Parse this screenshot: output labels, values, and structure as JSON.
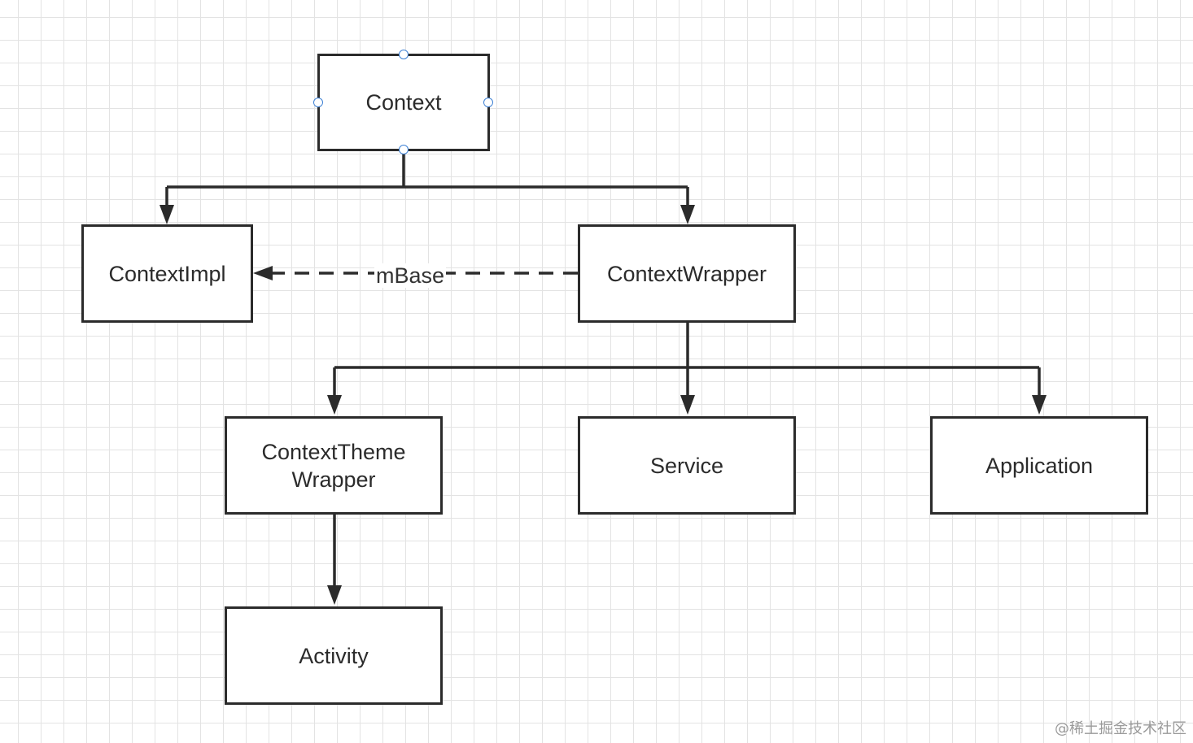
{
  "nodes": {
    "context": "Context",
    "context_impl": "ContextImpl",
    "context_wrapper": "ContextWrapper",
    "context_theme_wrapper": "ContextTheme\nWrapper",
    "service": "Service",
    "application": "Application",
    "activity": "Activity"
  },
  "edges": {
    "mbase_label": "mBase"
  },
  "watermark": "@稀土掘金技术社区",
  "colors": {
    "stroke": "#2b2b2b",
    "selection_handle": "#3b7fd4",
    "grid": "#e3e3e3"
  }
}
